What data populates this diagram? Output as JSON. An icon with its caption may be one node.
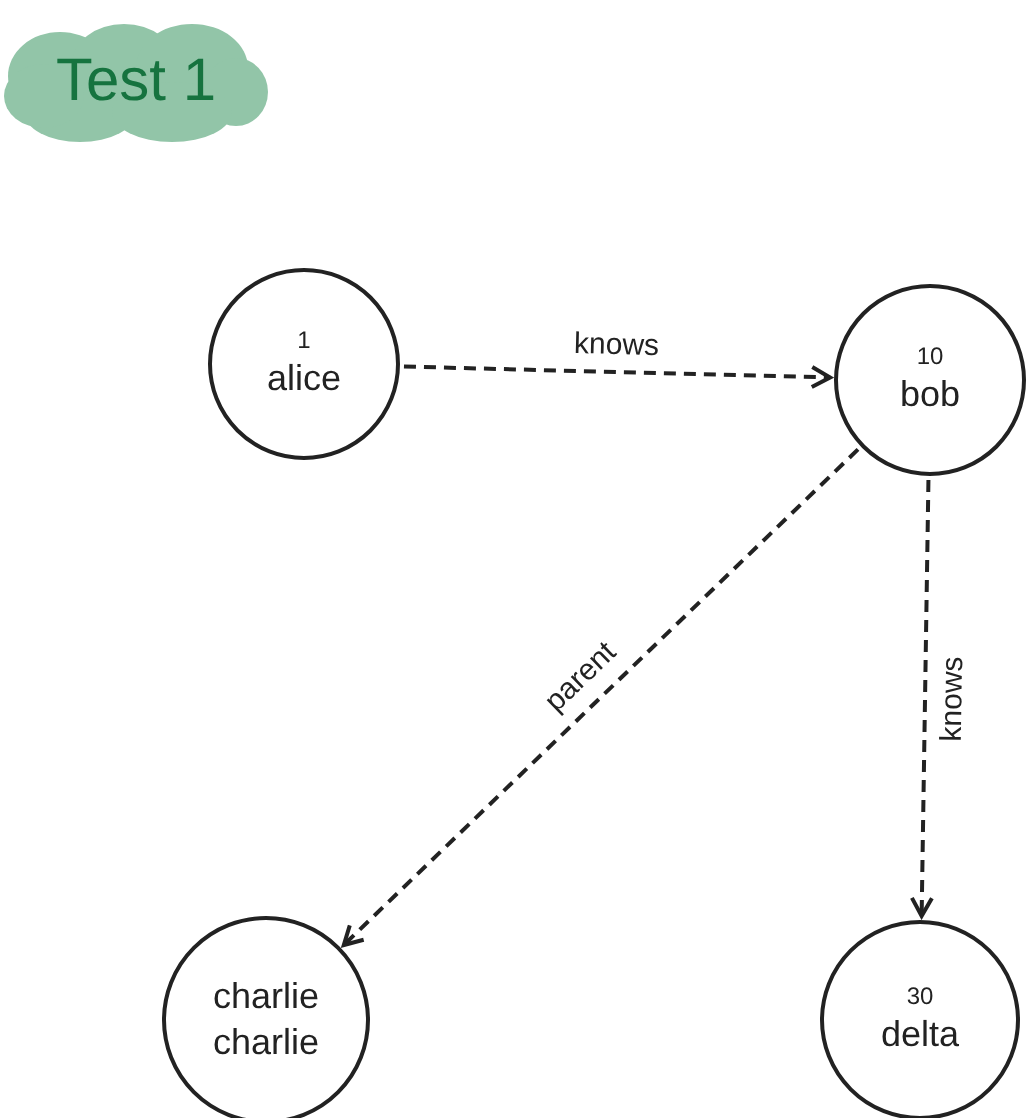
{
  "diagram": {
    "title": "Test 1",
    "nodes": [
      {
        "text": [
          "1",
          "alice"
        ]
      },
      {
        "text": [
          "10",
          "bob"
        ]
      },
      {
        "text": [
          "charlie",
          "charlie"
        ]
      },
      {
        "text": [
          "30",
          "delta"
        ]
      }
    ],
    "edges": [
      {
        "from": 0,
        "to": 1,
        "arrow": "to",
        "label": "knows",
        "style": "dashed"
      },
      {
        "from": 1,
        "to": 2,
        "arrow": "to",
        "label": "parent",
        "style": "dashed"
      },
      {
        "from": 1,
        "to": 3,
        "arrow": "to",
        "label": "knows",
        "style": "dashed"
      }
    ]
  }
}
